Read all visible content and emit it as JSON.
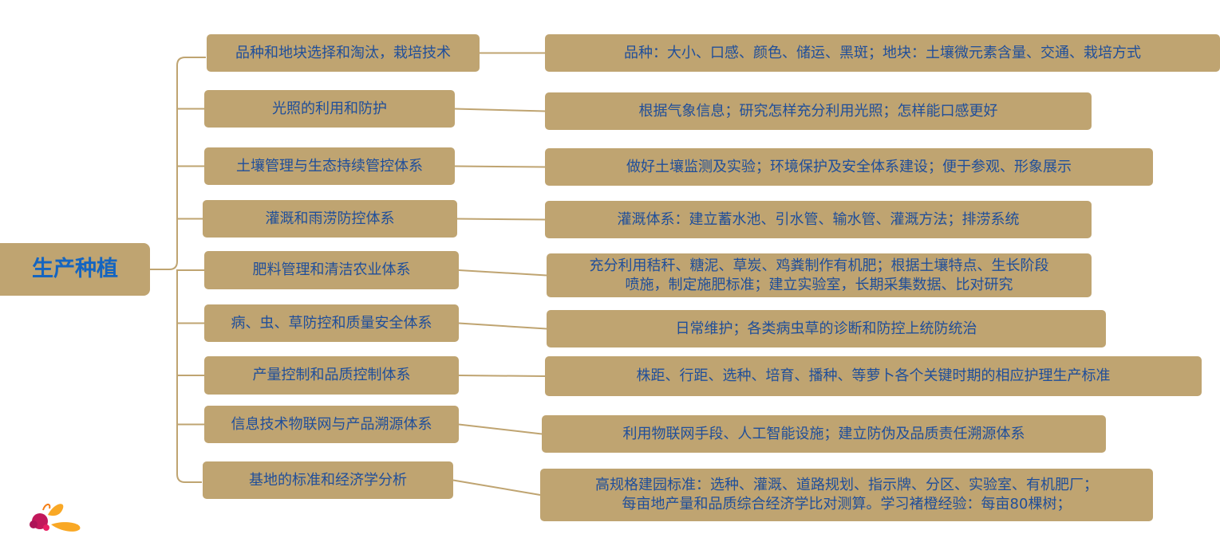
{
  "root": {
    "label": "生产种植"
  },
  "branches": [
    {
      "label": "品种和地块选择和淘汰，栽培技术",
      "detail": [
        "品种：大小、口感、颜色、储运、黑斑；地块：土壤微元素含量、交通、栽培方式"
      ]
    },
    {
      "label": "光照的利用和防护",
      "detail": [
        "根据气象信息；研究怎样充分利用光照；怎样能口感更好"
      ]
    },
    {
      "label": "土壤管理与生态持续管控体系",
      "detail": [
        "做好土壤监测及实验；环境保护及安全体系建设；便于参观、形象展示"
      ]
    },
    {
      "label": "灌溉和雨涝防控体系",
      "detail": [
        "灌溉体系：建立蓄水池、引水管、输水管、灌溉方法；排涝系统"
      ]
    },
    {
      "label": "肥料管理和清洁农业体系",
      "detail": [
        "充分利用秸秆、糖泥、草炭、鸡粪制作有机肥；根据土壤特点、生长阶段",
        "喷施，制定施肥标准；建立实验室，长期采集数据、比对研究"
      ]
    },
    {
      "label": "病、虫、草防控和质量安全体系",
      "detail": [
        "日常维护；各类病虫草的诊断和防控上统防统治"
      ]
    },
    {
      "label": "产量控制和品质控制体系",
      "detail": [
        "株距、行距、选种、培育、播种、等萝卜各个关键时期的相应护理生产标准"
      ]
    },
    {
      "label": "信息技术物联网与产品溯源体系",
      "detail": [
        "利用物联网手段、人工智能设施；建立防伪及品质责任溯源体系"
      ]
    },
    {
      "label": "基地的标准和经济学分析",
      "detail": [
        "高规格建园标准：选种、灌溉、道路规划、指示牌、分区、实验室、有机肥厂；",
        "每亩地产量和品质综合经济学比对测算。学习褚橙经验：每亩80棵树；"
      ]
    }
  ],
  "colors": {
    "box": "#bfa471",
    "text": "#1f4e9a",
    "root_text": "#1565c0"
  },
  "logo": {
    "icon": "brand-logo-icon"
  }
}
